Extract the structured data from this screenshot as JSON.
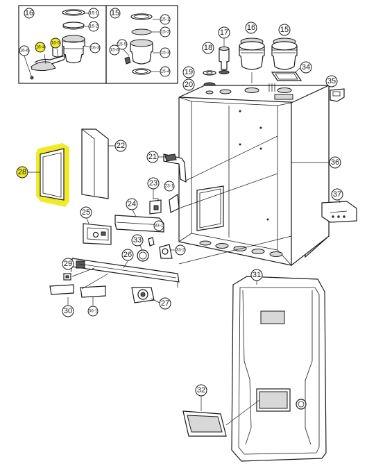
{
  "diagram": {
    "highlight_color": "#f1ea2a",
    "callouts": {
      "c16_inset": "16",
      "c16_1": "16-1",
      "c16_2": "16-2",
      "c16_3": "16-3",
      "c16_4": "16-4",
      "c16_5": "16-5",
      "c16_6": "16-6",
      "c15_inset": "15",
      "c15_1": "15-1",
      "c15_2": "15-2",
      "c15_3": "15-3",
      "c15_4": "15-4",
      "c15_5": "15-5",
      "c15_6": "15-6",
      "c17": "17",
      "c16": "16",
      "c15": "15",
      "c18": "18",
      "c19": "19",
      "c20": "20",
      "c34": "34",
      "c35": "35",
      "c22": "22",
      "c28": "28",
      "c21": "21",
      "c36": "36",
      "c23": "23",
      "c23_1": "23-1",
      "c37": "37",
      "c24": "24",
      "c25": "25",
      "c33_1": "33-1",
      "c33": "33",
      "c33_2": "33-2",
      "c29": "29",
      "c26": "26",
      "c31": "31",
      "c27": "27",
      "c30": "30",
      "c30_1": "30-1",
      "c32": "32"
    }
  }
}
